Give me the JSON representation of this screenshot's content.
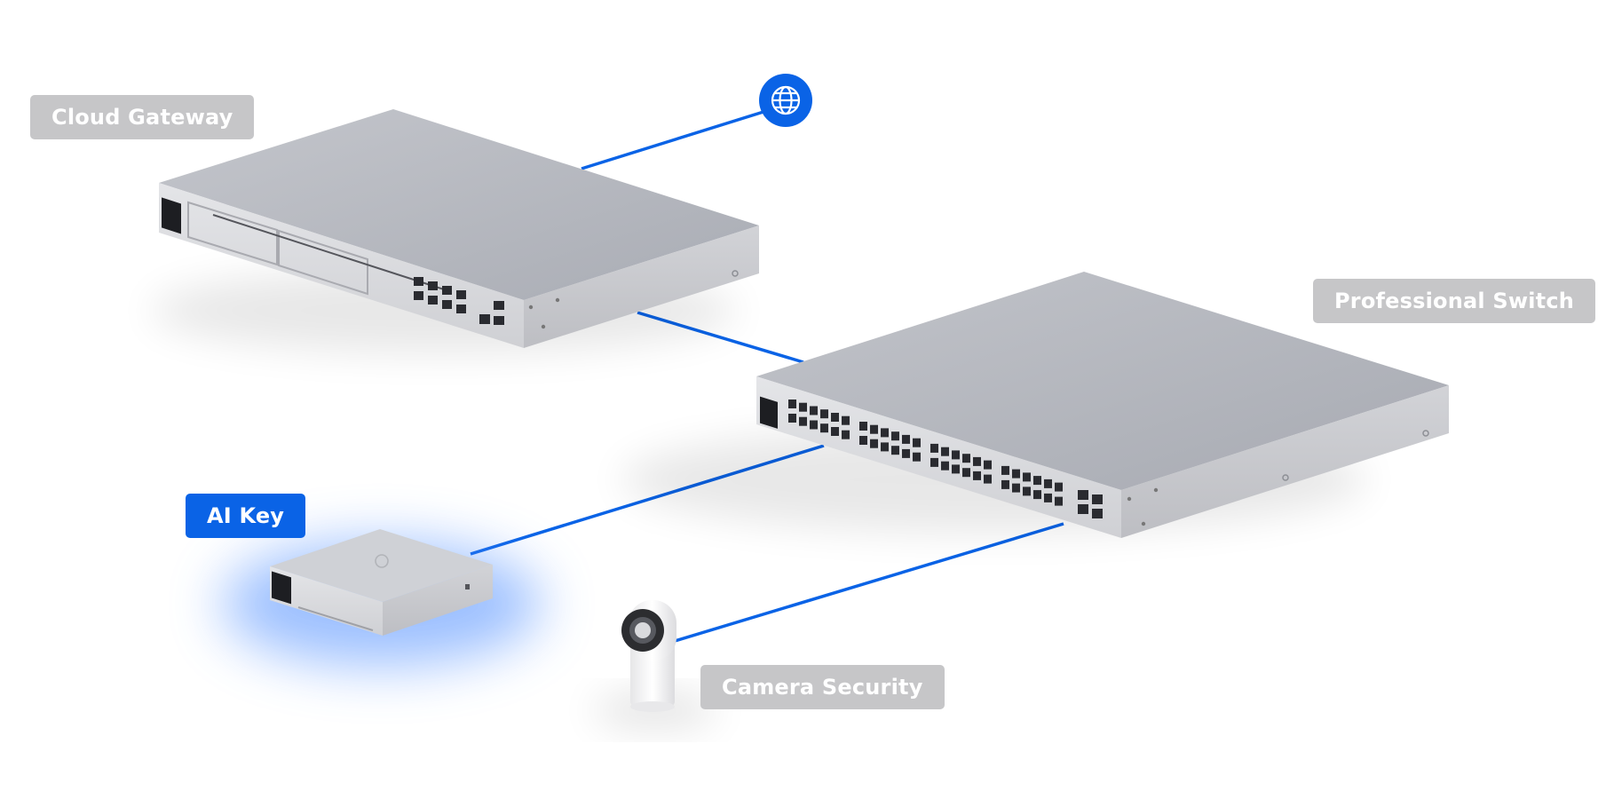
{
  "diagram": {
    "devices": [
      {
        "id": "cloud-gateway",
        "label": "Cloud Gateway",
        "highlighted": false
      },
      {
        "id": "professional-switch",
        "label": "Professional Switch",
        "highlighted": false
      },
      {
        "id": "ai-key",
        "label": "AI Key",
        "highlighted": true
      },
      {
        "id": "camera-security",
        "label": "Camera Security",
        "highlighted": false
      }
    ],
    "nodes": {
      "internet": {
        "icon": "globe-icon"
      }
    },
    "connections": [
      [
        "internet",
        "cloud-gateway"
      ],
      [
        "cloud-gateway",
        "professional-switch"
      ],
      [
        "professional-switch",
        "ai-key"
      ],
      [
        "professional-switch",
        "camera-security"
      ]
    ]
  },
  "colors": {
    "link": "#0a63e6",
    "label_gray": "#c6c6c8",
    "label_highlight": "#0a63e6",
    "device_top": "#b8bbc2",
    "device_front": "#d9dade"
  }
}
